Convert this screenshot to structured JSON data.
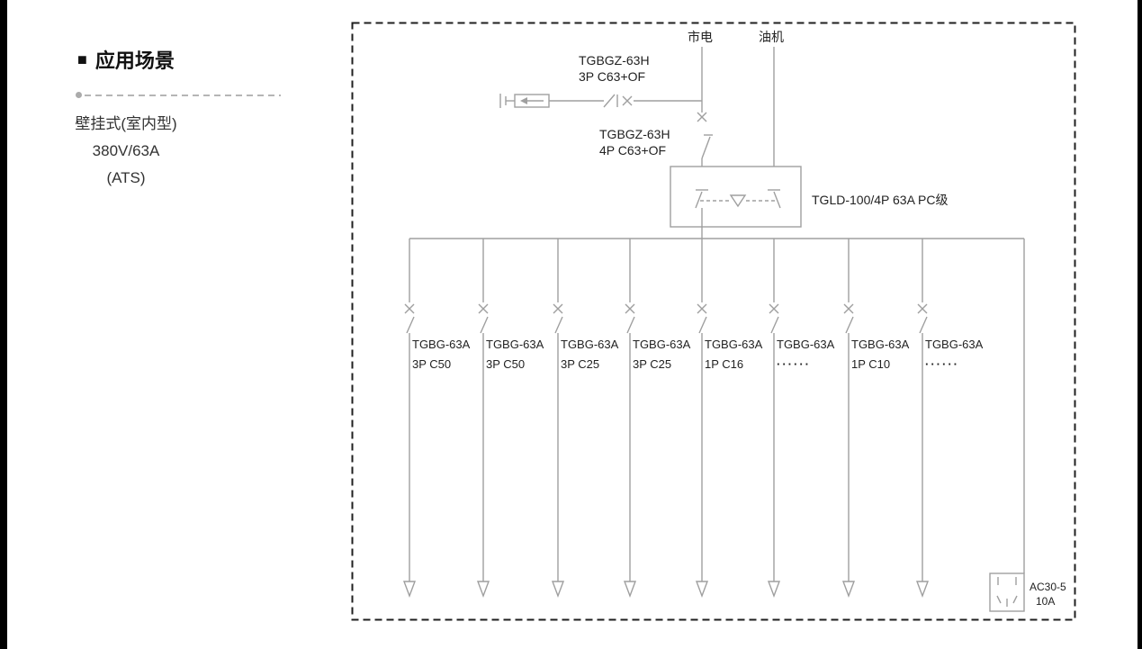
{
  "page": {
    "section_bullet": "■",
    "section_title": "应用场景",
    "subtitle_lines": [
      "壁挂式(室内型)",
      "380V/63A",
      "(ATS)"
    ]
  },
  "diagram": {
    "sources": {
      "mains": "市电",
      "generator": "油机"
    },
    "spd_breaker": {
      "line1": "TGBGZ-63H",
      "line2": "3P C63+OF"
    },
    "main_breaker": {
      "line1": "TGBGZ-63H",
      "line2": "4P C63+OF"
    },
    "ats_label": "TGLD-100/4P 63A PC级",
    "branches": [
      {
        "model": "TGBG-63A",
        "spec": "3P C50"
      },
      {
        "model": "TGBG-63A",
        "spec": "3P C50"
      },
      {
        "model": "TGBG-63A",
        "spec": "3P C25"
      },
      {
        "model": "TGBG-63A",
        "spec": "3P C25"
      },
      {
        "model": "TGBG-63A",
        "spec": "1P C16"
      },
      {
        "model": "TGBG-63A",
        "spec": "······"
      },
      {
        "model": "TGBG-63A",
        "spec": "1P C10"
      },
      {
        "model": "TGBG-63A",
        "spec": "······"
      }
    ],
    "socket": {
      "line1": "AC30-5",
      "line2": "10A"
    }
  },
  "colors": {
    "line": "#9f9f9f",
    "text": "#222222",
    "border": "#1f1f1f",
    "panel-text": "#333333",
    "bar": "#000000"
  }
}
